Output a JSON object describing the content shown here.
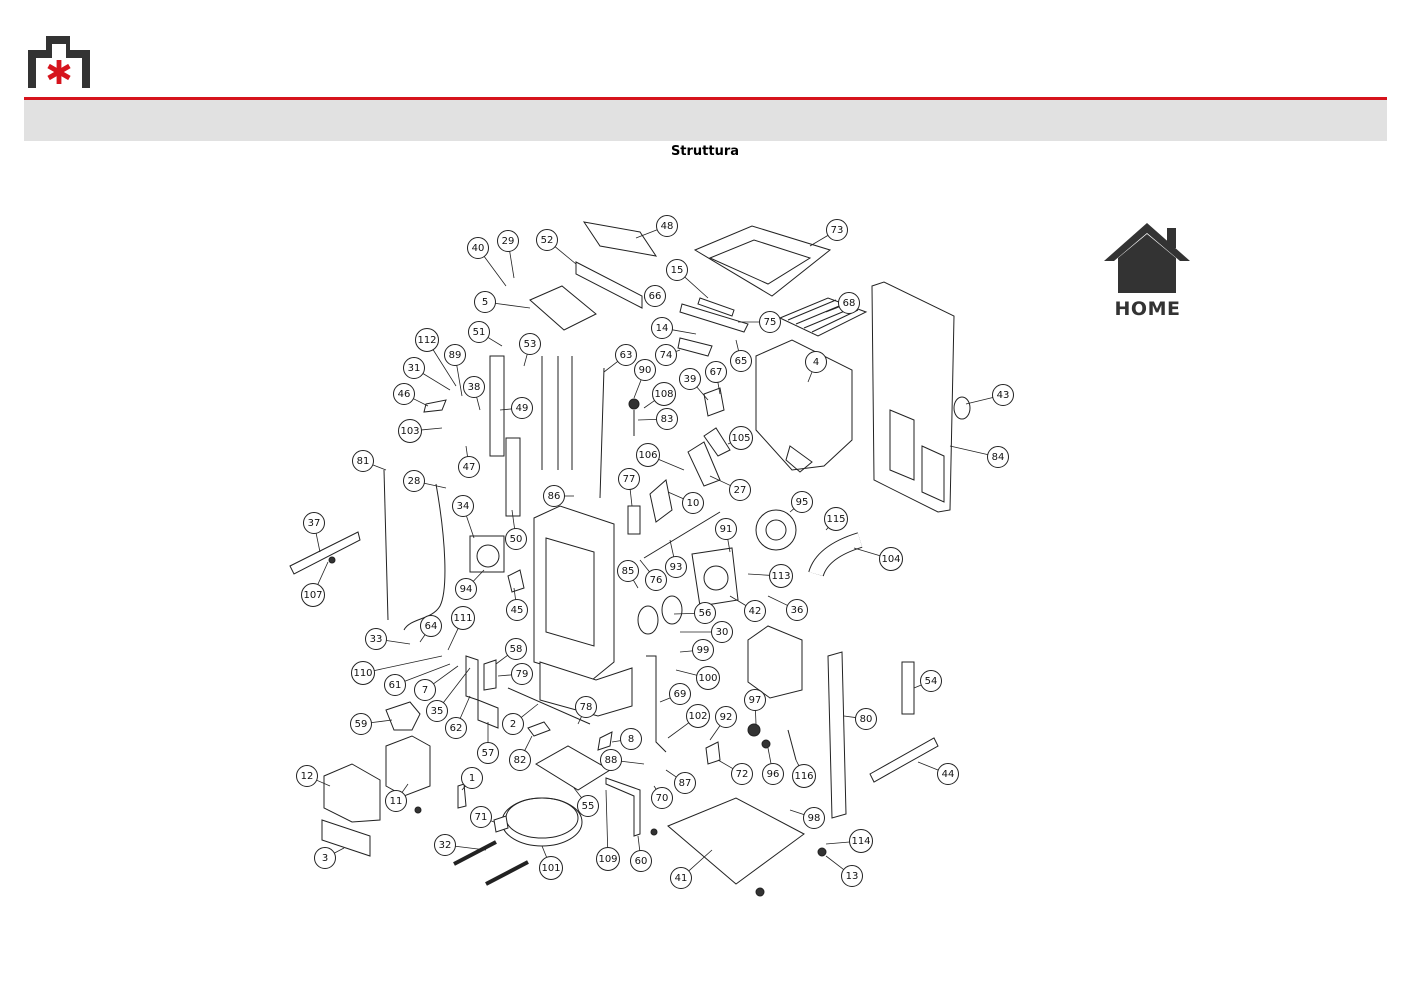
{
  "header": {
    "title": "Struttura",
    "home_label": "HOME"
  },
  "colors": {
    "accent_red": "#d6141d",
    "header_bar_grey": "#e1e1e1",
    "logo_dark": "#333333"
  },
  "icons": [
    "brand-logo",
    "home-icon"
  ],
  "callouts": [
    "1",
    "2",
    "3",
    "4",
    "5",
    "7",
    "8",
    "10",
    "11",
    "12",
    "13",
    "14",
    "15",
    "27",
    "28",
    "29",
    "30",
    "31",
    "32",
    "33",
    "34",
    "35",
    "36",
    "37",
    "38",
    "39",
    "40",
    "41",
    "42",
    "43",
    "44",
    "45",
    "46",
    "47",
    "48",
    "49",
    "50",
    "51",
    "52",
    "53",
    "54",
    "55",
    "56",
    "57",
    "58",
    "59",
    "60",
    "61",
    "62",
    "63",
    "64",
    "65",
    "66",
    "67",
    "68",
    "69",
    "70",
    "71",
    "72",
    "73",
    "74",
    "75",
    "76",
    "77",
    "78",
    "79",
    "80",
    "81",
    "82",
    "83",
    "84",
    "85",
    "86",
    "87",
    "88",
    "89",
    "90",
    "91",
    "92",
    "93",
    "94",
    "95",
    "96",
    "97",
    "98",
    "99",
    "100",
    "101",
    "102",
    "103",
    "104",
    "105",
    "106",
    "107",
    "108",
    "109",
    "110",
    "111",
    "112",
    "113",
    "114",
    "115",
    "116"
  ]
}
